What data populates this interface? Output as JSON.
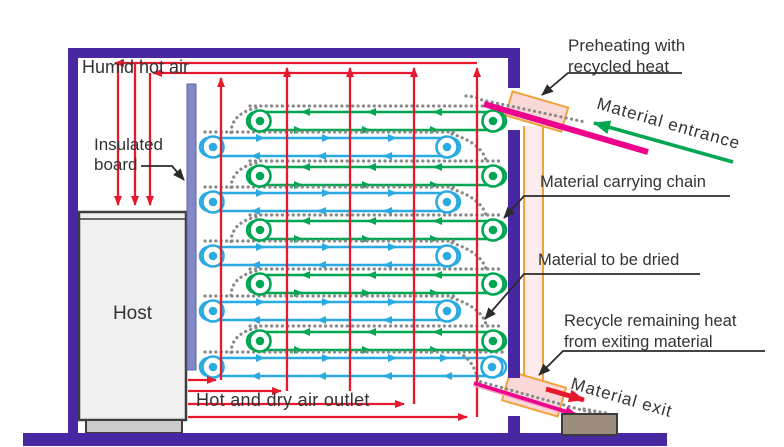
{
  "labels": {
    "humid_hot_air": "Humid hot air",
    "insulated_line1": "Insulated",
    "insulated_line2": "board",
    "host": "Host",
    "hot_and_dry_air_outlet": "Hot and dry air outlet",
    "preheating_line1": "Preheating with",
    "preheating_line2": "recycled heat",
    "material_entrance": "Material entrance",
    "material_carrying_chain": "Material carrying chain",
    "material_to_be_dried": "Material to be dried",
    "recycle_line1": "Recycle remaining heat",
    "recycle_line2": "from exiting material",
    "material_exit": "Material exit"
  },
  "colors": {
    "wall_purple": "#4827a2",
    "air_red": "#e8192c",
    "belt_green": "#00a651",
    "belt_blue": "#29abe2",
    "chute_magenta": "#ec008c",
    "chute_pink_light": "#f59ec6",
    "duct_orange": "#f2a23a",
    "exchanger_pink_fill": "#fbd8d8",
    "duct_fill": "#fdecec",
    "chain_gray": "#8a8a8a",
    "board_blue": "#8289c6",
    "board_border": "#5a64a8",
    "host_fill": "#f0f0f0",
    "host_border": "#3d3d3d",
    "pedestal_gray": "#cbcbcb",
    "bin_brown": "#9b8c7e",
    "leader_black": "#2b2b2b",
    "label_text": "#333333"
  }
}
